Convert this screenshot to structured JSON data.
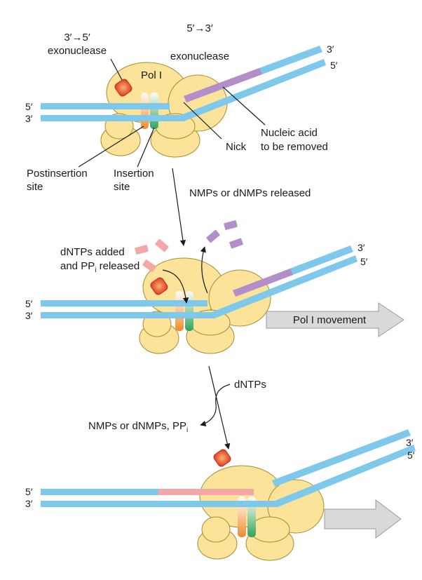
{
  "colors": {
    "enzyme": "#fce39a",
    "dna_strand": "#7ec8ec",
    "nucleic_acid_removed": "#b48ec8",
    "new_dna": "#f3a7a7",
    "exonuclease_site": "#e64a2e",
    "postinsertion_site": "#f08a2a",
    "insertion_site": "#2ea35a",
    "arrow_fill": "#d9d9d9"
  },
  "icons": {
    "exonuclease_site": "rounded-square",
    "movement_arrow": "block-arrow-right"
  },
  "panel1": {
    "exo35_label_line1": "3′→5′",
    "exo35_label_line2": "exonuclease",
    "exo53_label_line1": "5′→3′",
    "exo53_label_line2": "exonuclease",
    "enzyme_name": "Pol I",
    "nick_label": "Nick",
    "removal_label_line1": "Nucleic acid",
    "removal_label_line2": "to be removed",
    "postinsertion_line1": "Postinsertion",
    "postinsertion_line2": "site",
    "insertion_line1": "Insertion",
    "insertion_line2": "site",
    "end_left_top": "5′",
    "end_left_bottom": "3′",
    "end_right_top": "3′",
    "end_right_bottom": "5′"
  },
  "transition1": {
    "label": "NMPs or dNMPs released"
  },
  "panel2": {
    "dntp_label_line1": "dNTPs added",
    "dntp_label_line2_prefix": "and PP",
    "dntp_label_line2_subscript": "i",
    "dntp_label_line2_suffix": " released",
    "movement_label": "Pol I movement",
    "end_left_top": "5′",
    "end_left_bottom": "3′",
    "end_right_top": "3′",
    "end_right_bottom": "5′"
  },
  "transition2": {
    "input_label": "dNTPs",
    "output_label_prefix": "NMPs or dNMPs, PP",
    "output_label_subscript": "i"
  },
  "panel3": {
    "end_left_top": "5′",
    "end_left_bottom": "3′",
    "end_right_top": "3′",
    "end_right_bottom": "5′"
  }
}
